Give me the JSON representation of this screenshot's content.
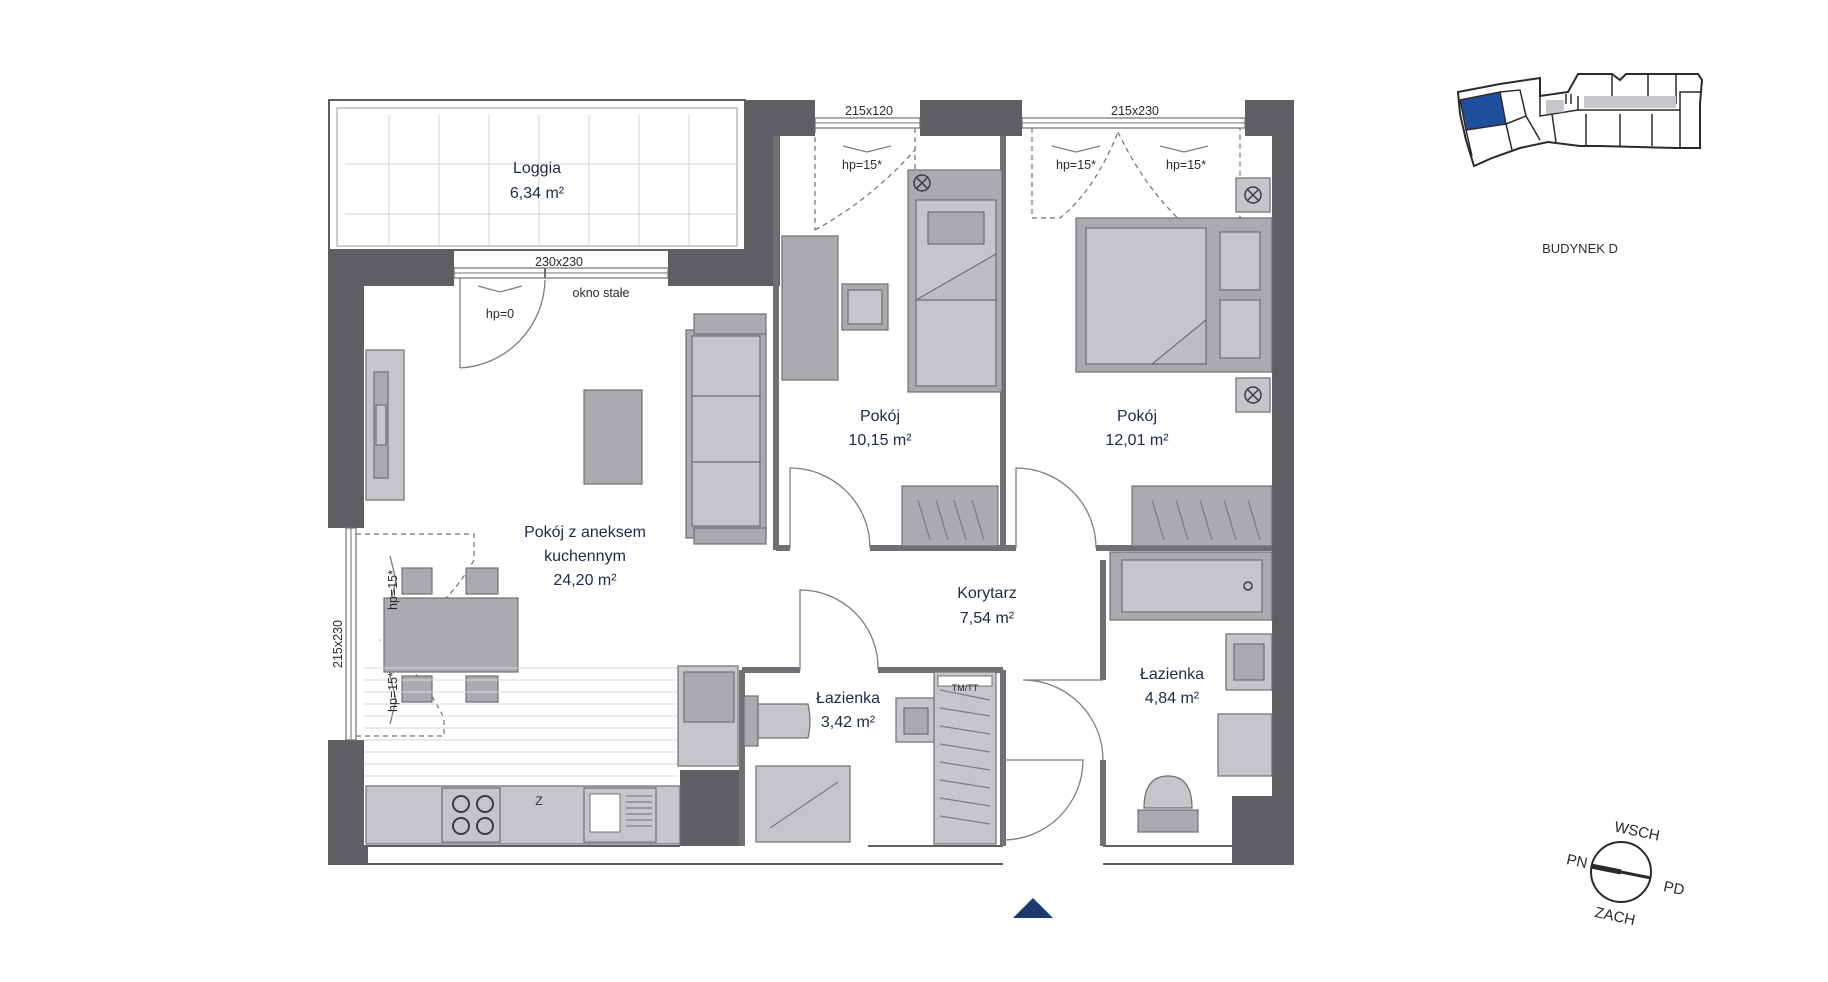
{
  "building_label": "BUDYNEK D",
  "rooms": {
    "loggia": {
      "name": "Loggia",
      "area": "6,34 m²"
    },
    "living": {
      "name_line1": "Pokój z aneksem",
      "name_line2": "kuchennym",
      "area": "24,20 m²"
    },
    "room1": {
      "name": "Pokój",
      "area": "10,15 m²"
    },
    "room2": {
      "name": "Pokój",
      "area": "12,01 m²"
    },
    "corridor": {
      "name": "Korytarz",
      "area": "7,54 m²"
    },
    "bath_small": {
      "name": "Łazienka",
      "area": "3,42 m²"
    },
    "bath_large": {
      "name": "Łazienka",
      "area": "4,84 m²"
    }
  },
  "windows": {
    "room1_window": "215x120",
    "room2_window": "215x230",
    "loggia_door": "230x230",
    "living_side_window": "215x230",
    "fixed_window": "okno stałe"
  },
  "sill_heights": {
    "loggia_door": "hp=0",
    "room1": "hp=15*",
    "room2_left": "hp=15*",
    "room2_right": "hp=15*",
    "living_upper": "hp=15*",
    "living_lower": "hp=15*"
  },
  "fixtures": {
    "fridge_label": "Z",
    "meter_label": "TM/TT"
  },
  "compass": {
    "east": "WSCH",
    "north": "PN",
    "south": "PD",
    "west": "ZACH"
  },
  "colors": {
    "wall": "#5d5f63",
    "furniture": "#a9abae",
    "text": "#1f2a48",
    "highlight": "#1f4e9c",
    "entrance": "#1c3a6e"
  },
  "icons": {
    "entrance": "entrance-arrow-icon",
    "compass": "compass-icon"
  }
}
